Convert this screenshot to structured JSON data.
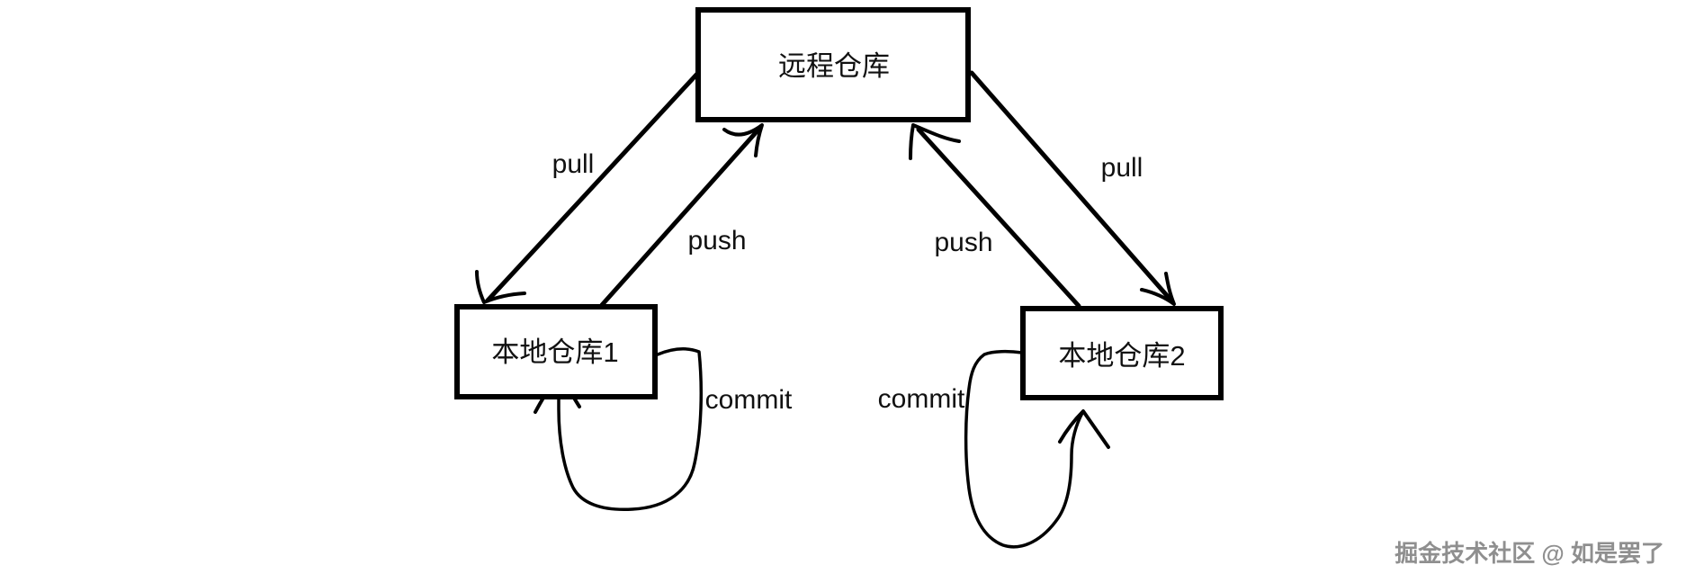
{
  "diagram": {
    "nodes": {
      "remote": {
        "label": "远程仓库"
      },
      "local1": {
        "label": "本地仓库1"
      },
      "local2": {
        "label": "本地仓库2"
      }
    },
    "edges": {
      "pull_left": {
        "label": "pull"
      },
      "push_left": {
        "label": "push"
      },
      "push_right": {
        "label": "push"
      },
      "pull_right": {
        "label": "pull"
      },
      "commit_left": {
        "label": "commit"
      },
      "commit_right": {
        "label": "commit"
      }
    }
  },
  "watermark": {
    "text": "掘金技术社区 @ 如是罢了"
  },
  "colors": {
    "line": "#000000",
    "background": "#ffffff",
    "watermark_text": "#8f8f8f"
  }
}
